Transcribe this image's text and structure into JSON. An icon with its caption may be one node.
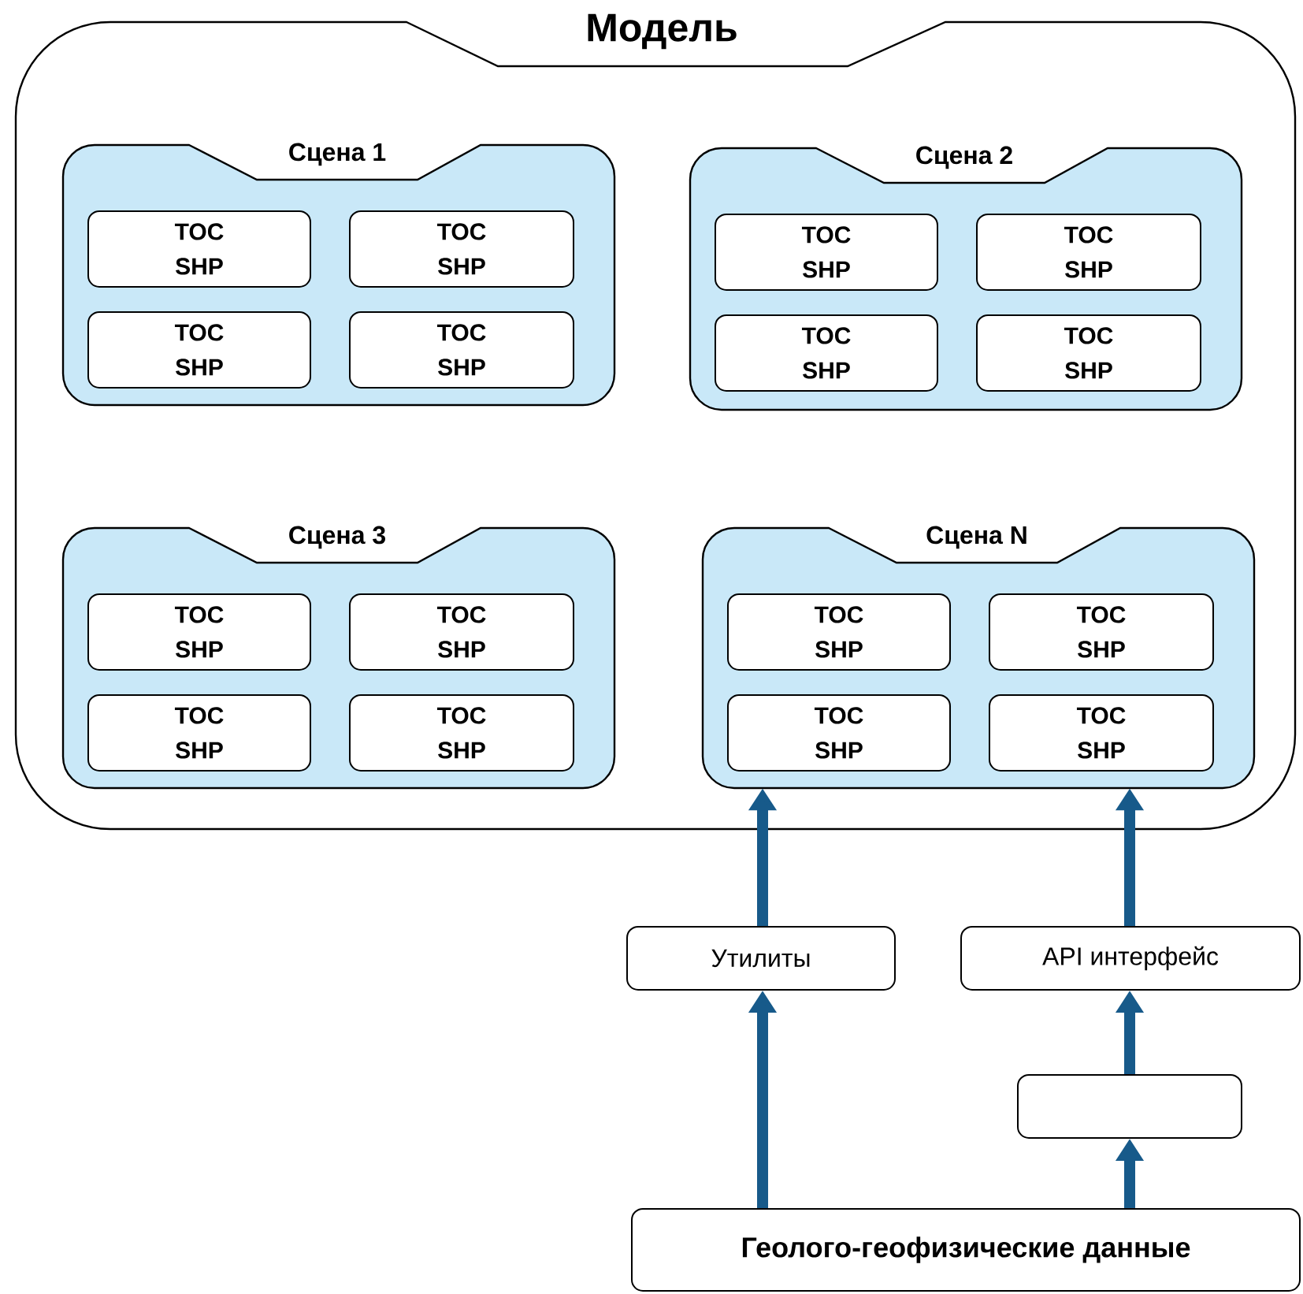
{
  "diagram": {
    "nodes": [
      {
        "text": [
          "Модель"
        ]
      },
      {
        "text": [
          "Сцена 1"
        ],
        "in": 0
      },
      {
        "text": [
          "TOC SHP"
        ],
        "in": 1
      },
      {
        "text": [
          "TOC SHP"
        ],
        "in": 1
      },
      {
        "text": [
          "TOC SHP"
        ],
        "in": 1
      },
      {
        "text": [
          "TOC SHP"
        ],
        "in": 1
      },
      {
        "text": [
          "Сцена 2"
        ],
        "in": 0
      },
      {
        "text": [
          "TOC SHP"
        ],
        "in": 6
      },
      {
        "text": [
          "TOC SHP"
        ],
        "in": 6
      },
      {
        "text": [
          "TOC SHP"
        ],
        "in": 6
      },
      {
        "text": [
          "TOC SHP"
        ],
        "in": 6
      },
      {
        "text": [
          "Сцена 3"
        ],
        "in": 0
      },
      {
        "text": [
          "TOC SHP"
        ],
        "in": 11
      },
      {
        "text": [
          "TOC SHP"
        ],
        "in": 11
      },
      {
        "text": [
          "TOC SHP"
        ],
        "in": 11
      },
      {
        "text": [
          "TOC SHP"
        ],
        "in": 11
      },
      {
        "text": [
          "Сцена N"
        ],
        "in": 0
      },
      {
        "text": [
          "TOC SHP"
        ],
        "in": 16
      },
      {
        "text": [
          "TOC SHP"
        ],
        "in": 16
      },
      {
        "text": [
          "TOC SHP"
        ],
        "in": 16
      },
      {
        "text": [
          "TOC SHP"
        ],
        "in": 16
      },
      {
        "text": [
          "Утилиты"
        ]
      },
      {
        "text": [
          "API интерфейс"
        ]
      },
      {
        "text": [],
        "shape": "box"
      },
      {
        "text": [
          "Геолого-геофизические данные"
        ]
      }
    ],
    "edges": [
      {
        "from": 24,
        "to": 21,
        "arrow": "to"
      },
      {
        "from": 21,
        "to": 16,
        "arrow": "to"
      },
      {
        "from": 24,
        "to": 23,
        "arrow": "to"
      },
      {
        "from": 23,
        "to": 22,
        "arrow": "to"
      },
      {
        "from": 22,
        "to": 16,
        "arrow": "to"
      }
    ]
  }
}
